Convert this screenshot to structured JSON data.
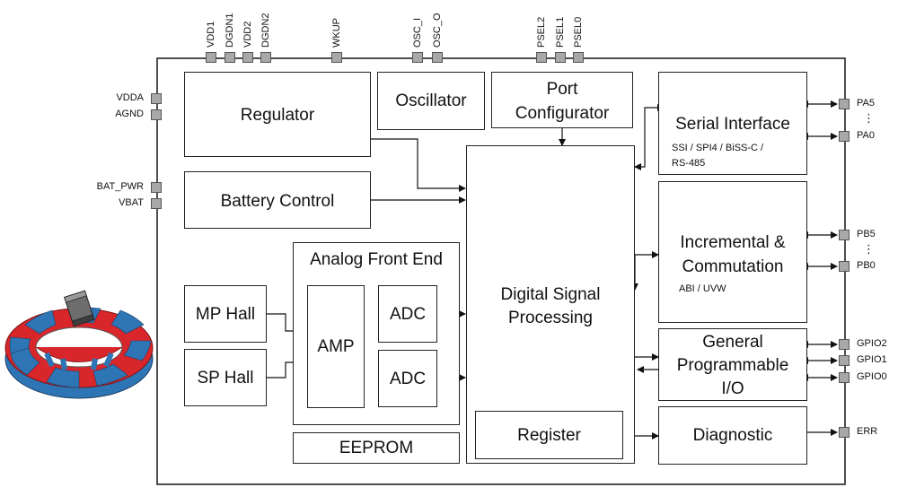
{
  "blocks": {
    "regulator": "Regulator",
    "oscillator": "Oscillator",
    "port_configurator_1": "Port",
    "port_configurator_2": "Configurator",
    "serial_interface": "Serial Interface",
    "serial_interface_sub_1": "SSI / SPI4 / BiSS-C /",
    "serial_interface_sub_2": "RS-485",
    "battery_control": "Battery Control",
    "dsp_1": "Digital Signal",
    "dsp_2": "Processing",
    "incremental_1": "Incremental &",
    "incremental_2": "Commutation",
    "incremental_sub": "ABI / UVW",
    "afe": "Analog Front End",
    "mp_hall": "MP Hall",
    "sp_hall": "SP Hall",
    "amp": "AMP",
    "adc_top": "ADC",
    "adc_bottom": "ADC",
    "gpio_1": "General",
    "gpio_2": "Programmable",
    "gpio_3": "I/O",
    "eeprom": "EEPROM",
    "register": "Register",
    "diagnostic": "Diagnostic"
  },
  "pins": {
    "top": [
      "VDD1",
      "DGDN1",
      "VDD2",
      "DGDN2",
      "WKUP",
      "OSC_I",
      "OSC_O",
      "PSEL2",
      "PSEL1",
      "PSEL0"
    ],
    "left": [
      "VDDA",
      "AGND",
      "BAT_PWR",
      "VBAT"
    ],
    "right": [
      "PA5",
      "PA0",
      "PB5",
      "PB0",
      "GPIO2",
      "GPIO1",
      "GPIO0",
      "ERR"
    ],
    "ellipsis": "⋮"
  },
  "colors": {
    "pin_fill": "#a8a8a8",
    "ring_red": "#d9262b",
    "ring_blue": "#2e75b6",
    "chip_border": "#222222"
  }
}
